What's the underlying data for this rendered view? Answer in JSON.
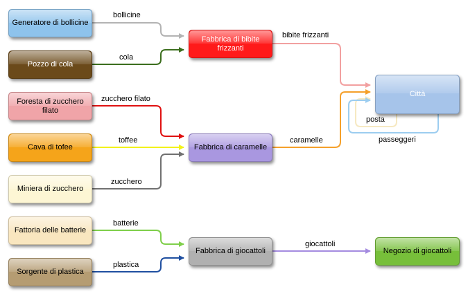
{
  "nodes": {
    "generatore": {
      "label": "Generatore di bollicine",
      "color": "#8ec3ec"
    },
    "pozzo": {
      "label": "Pozzo di cola",
      "color": "#6b4a1a"
    },
    "foresta": {
      "label": "Foresta di zucchero filato",
      "color": "#f0a4a8"
    },
    "cava": {
      "label": "Cava di tofee",
      "color": "#f5a41a"
    },
    "miniera": {
      "label": "Miniera di zucchero",
      "color": "#fdf6d4"
    },
    "batterie": {
      "label": "Fattoria delle batterie",
      "color": "#f9e6bf"
    },
    "plastica": {
      "label": "Sorgente di plastica",
      "color": "#b59c72"
    },
    "bibite": {
      "label": "Fabbrica di bibite frizzanti",
      "color": "#ff1a1a"
    },
    "caramelle": {
      "label": "Fabbrica di caramelle",
      "color": "#a997e0"
    },
    "giocattoli": {
      "label": "Fabbrica di giocattoli",
      "color": "#b0b0b0"
    },
    "citta": {
      "label": "Città",
      "color": "#a6c4ea"
    },
    "negozio": {
      "label": "Negozio di giocattoli",
      "color": "#77bf3a"
    }
  },
  "edges": {
    "bollicine": {
      "label": "bollicine",
      "color": "#b3b3b3"
    },
    "cola": {
      "label": "cola",
      "color": "#3c6e1e"
    },
    "zucchero_filato": {
      "label": "zucchero filato",
      "color": "#e01010"
    },
    "toffee": {
      "label": "toffee",
      "color": "#f2f21a"
    },
    "zucchero": {
      "label": "zucchero",
      "color": "#707070"
    },
    "batterie": {
      "label": "batterie",
      "color": "#7fcf4a"
    },
    "plastica": {
      "label": "plastica",
      "color": "#1f4fa0"
    },
    "bibite_frizzanti": {
      "label": "bibite frizzanti",
      "color": "#f2a0a0"
    },
    "caramelle": {
      "label": "caramelle",
      "color": "#f5a02a"
    },
    "giocattoli": {
      "label": "giocattoli",
      "color": "#a48be0"
    },
    "posta": {
      "label": "posta",
      "color": "#f6e9c2"
    },
    "passeggeri": {
      "label": "passeggeri",
      "color": "#9ccdf0"
    }
  }
}
